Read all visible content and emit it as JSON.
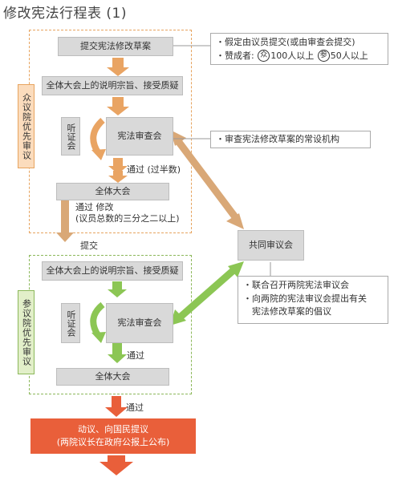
{
  "title": "修改宪法行程表 (1)",
  "house_lower": {
    "tag": "众议院优先审议",
    "submit_box": "提交宪法修改草案",
    "explain_box": "全体大会上的说明宗旨、接受质疑",
    "hearing": "听证会",
    "committee": "宪法审查会",
    "pass_label": "通过 (过半数)",
    "plenary": "全体大会",
    "pass_amend_1": "通过 修改",
    "pass_amend_2": "(议员总数的三分之二以上)"
  },
  "submit_label": "提交",
  "house_upper": {
    "tag": "参议院优先审议",
    "explain_box": "全体大会上的说明宗旨、接受质疑",
    "hearing": "听证会",
    "committee": "宪法审查会",
    "pass_label": "通过",
    "plenary": "全体大会"
  },
  "joint": {
    "box": "共同审议会",
    "note_1": "・联合召开两院宪法审议会",
    "note_2a": "・向两院的宪法审议会提出有关",
    "note_2b": "宪法修改草案的倡议"
  },
  "note_submit": {
    "line1": "・假定由议员提交(或由审查会提交)",
    "line2_prefix": "・赞成者:",
    "circle_lower": "众",
    "lower_count": "100人以上",
    "circle_upper": "参",
    "upper_count": "50人以上"
  },
  "note_committee": "・审查宪法修改草案的常设机构",
  "final_pass_label": "通过",
  "final": {
    "line1": "动议、向国民提议",
    "line2": "(两院议长在政府公报上公布)"
  },
  "colors": {
    "orange_arrow": "#e9a463",
    "orange_dash": "#e7a45f",
    "orange_tag_bg": "#fbdcbd",
    "green_arrow": "#8cc654",
    "green_dash": "#8cb85a",
    "green_tag_bg": "#e2efc9",
    "tan_arrow": "#d9a877",
    "final_red": "#e95f3a"
  }
}
